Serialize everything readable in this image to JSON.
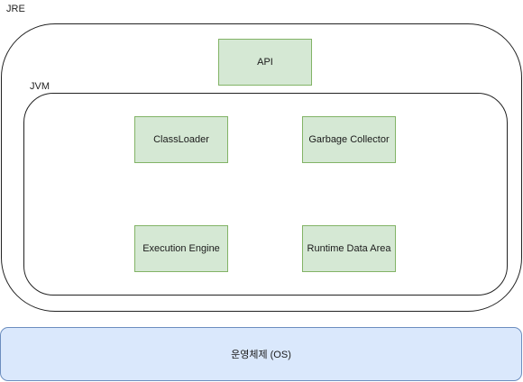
{
  "jre": {
    "label": "JRE"
  },
  "api": {
    "label": "API"
  },
  "jvm": {
    "label": "JVM",
    "components": {
      "classloader": "ClassLoader",
      "garbage_collector": "Garbage Collector",
      "execution_engine": "Execution Engine",
      "runtime_data_area": "Runtime Data Area"
    }
  },
  "os": {
    "label": "운영체제 (OS)"
  },
  "colors": {
    "component_fill": "#d5e8d4",
    "component_border": "#82b366",
    "os_fill": "#dae8fc",
    "os_border": "#6c8ebf",
    "container_border": "#222222"
  }
}
